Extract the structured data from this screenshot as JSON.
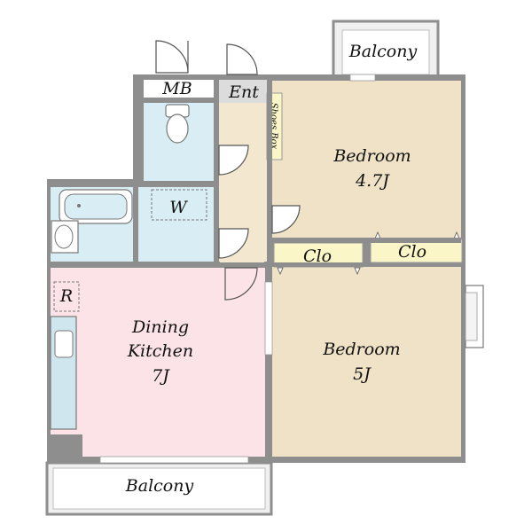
{
  "rooms": {
    "balcony_top": "Balcony",
    "balcony_bottom": "Balcony",
    "mb": "MB",
    "ent": "Ent",
    "shoes_box": "Shoes Box",
    "bedroom_top": {
      "name": "Bedroom",
      "size": "4.7J"
    },
    "bedroom_bottom": {
      "name": "Bedroom",
      "size": "5J"
    },
    "closet_left": "Clo",
    "closet_right": "Clo",
    "washer": "W",
    "fridge": "R",
    "dining_kitchen": {
      "line1": "Dining",
      "line2": "Kitchen",
      "size": "7J"
    }
  },
  "colors": {
    "wall": "#8e8e8e",
    "bedroom_floor": "#efe2c6",
    "dining_floor": "#fbe3e7",
    "wet_area": "#d8eef4",
    "corridor": "#f3e7cf",
    "closet": "#fbf6c8",
    "balcony": "#f0f0f0",
    "entrance": "#dcdcdc"
  }
}
